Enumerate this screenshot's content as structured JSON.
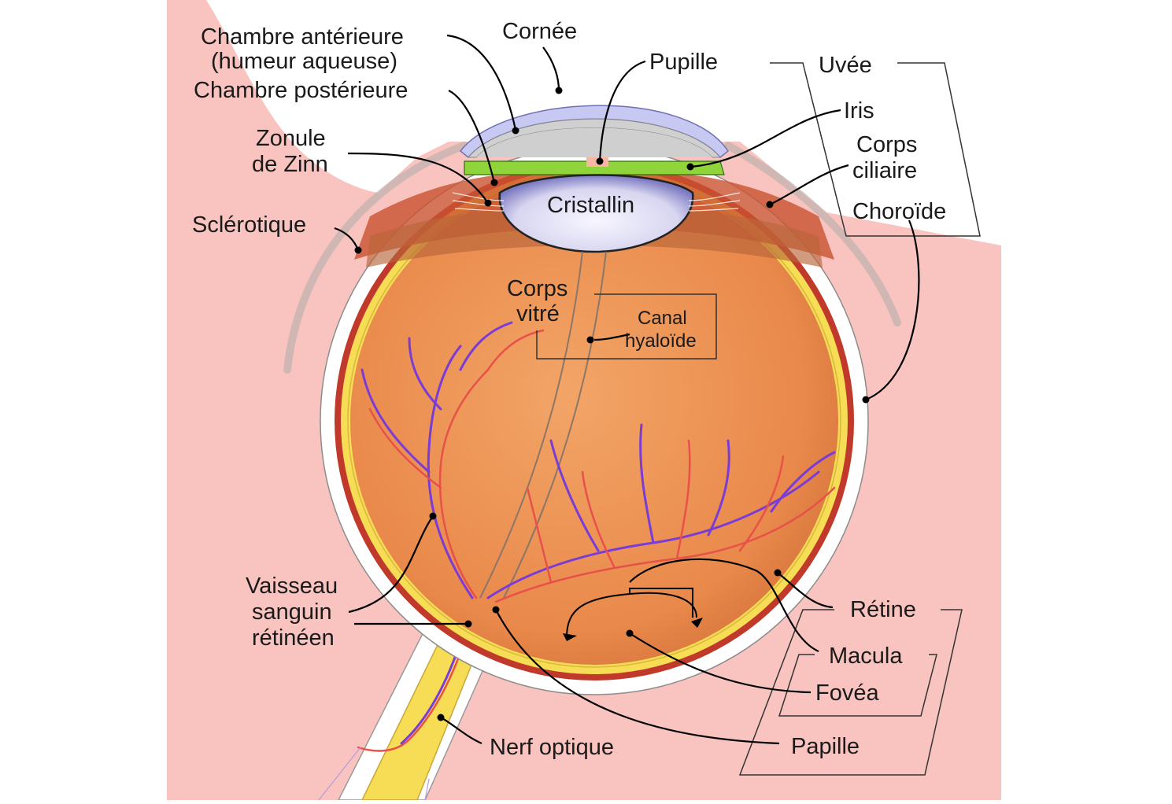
{
  "labels": {
    "chambre_anterieure": "Chambre antérieure",
    "humeur_aqueuse": "(humeur aqueuse)",
    "chambre_posterieure": "Chambre postérieure",
    "cornee": "Cornée",
    "pupille": "Pupille",
    "uvee": "Uvée",
    "iris": "Iris",
    "corps": "Corps",
    "ciliaire": "ciliaire",
    "choroide": "Choroïde",
    "zonule": "Zonule",
    "de_zinn": "de Zinn",
    "sclerotique": "Sclérotique",
    "cristallin": "Cristallin",
    "corps_vitre_1": "Corps",
    "corps_vitre_2": "vitré",
    "canal": "Canal",
    "hyaloide": "hyaloïde",
    "vaisseau": "Vaisseau",
    "sanguin": "sanguin",
    "retineen": "rétinéen",
    "retine": "Rétine",
    "macula": "Macula",
    "fovea": "Fovéa",
    "papille": "Papille",
    "nerf_optique": "Nerf optique"
  },
  "colors": {
    "skin": "#f9c4bf",
    "sclera": "#ffffff",
    "vitreous": "#ef9a5d",
    "retina": "#f7dc55",
    "choroid": "#c0392b",
    "cornea": "#c8c9f2",
    "iris": "#8fd43a",
    "lens": "#e5e4f5",
    "vein": "#7a3cd6",
    "artery": "#e8504a"
  }
}
